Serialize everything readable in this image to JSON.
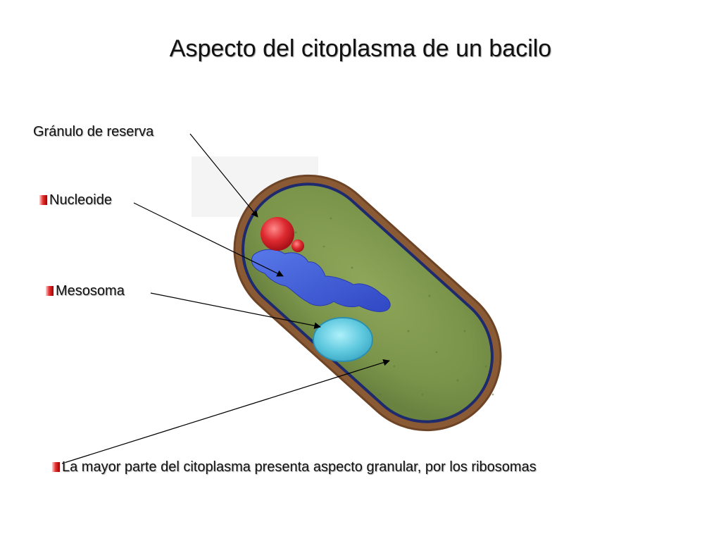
{
  "title": "Aspecto del citoplasma de un bacilo",
  "labels": {
    "granulo": "Gránulo de reserva",
    "nucleoide": "Nucleoide",
    "mesosoma": "Mesosoma",
    "citoplasma": "La mayor parte del citoplasma presenta aspecto granular, por los ribosomas"
  },
  "colors": {
    "cell_wall": "#8a5a34",
    "membrane": "#1e2a6e",
    "cytoplasm": "#7f9a4e",
    "nucleoid": "#3f5fd8",
    "reserve_granule": "#d8252e",
    "mesosome": "#5cc7dc",
    "bullet": "#d42a2a"
  }
}
